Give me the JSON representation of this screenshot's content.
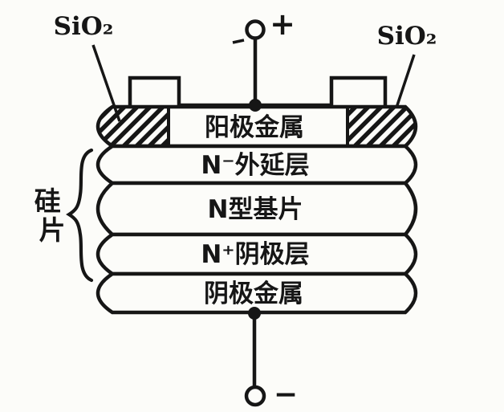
{
  "figure": {
    "title": "schottky-diode-cross-section",
    "background_color": "#fcfcf9",
    "ink_color": "#161616"
  },
  "oxide": {
    "left_label": "SiO₂",
    "right_label": "SiO₂"
  },
  "terminals": {
    "positive_symbol": "+",
    "negative_symbol": "−"
  },
  "silicon_wafer": {
    "full": "硅片",
    "char_top": "硅",
    "char_bottom": "片"
  },
  "layers": [
    {
      "name": "anode-metal",
      "label": "阳极金属"
    },
    {
      "name": "n-minus-epitaxial",
      "label": "N⁻外延层"
    },
    {
      "name": "n-type-substrate",
      "label": "N型基片"
    },
    {
      "name": "n-plus-cathode",
      "label": "N⁺阴极层"
    },
    {
      "name": "cathode-metal",
      "label": "阴极金属"
    }
  ]
}
